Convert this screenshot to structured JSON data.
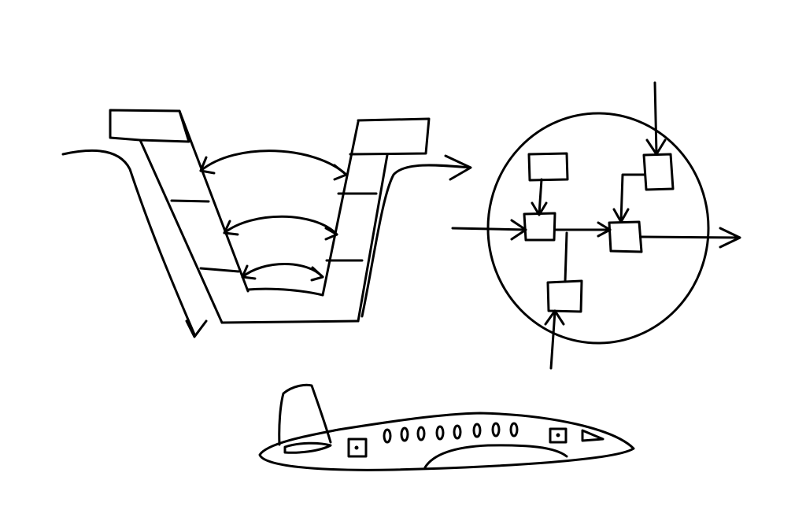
{
  "canvas": {
    "background": "#ffffff",
    "ink": "#000000"
  },
  "sketches": [
    {
      "id": "v-model",
      "icon": "v-shaped-channel-with-double-arrows"
    },
    {
      "id": "circle-system",
      "icon": "circle-with-connected-boxes"
    },
    {
      "id": "airplane",
      "icon": "airplane"
    }
  ]
}
